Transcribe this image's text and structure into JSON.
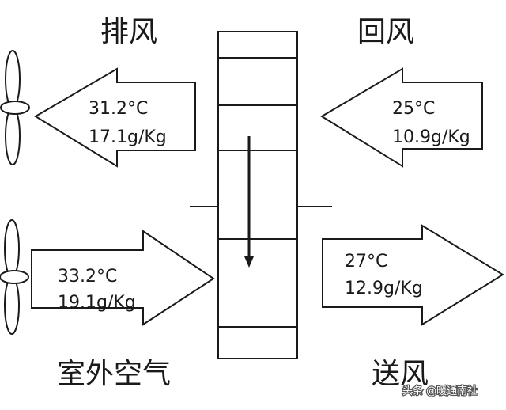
{
  "labels": {
    "exhaust": "排风",
    "return": "回风",
    "outdoor": "室外空气",
    "supply": "送风"
  },
  "exhaust_values": {
    "temp": "31.2°C",
    "humidity": "17.1g/Kg"
  },
  "return_values": {
    "temp": "25°C",
    "humidity": "10.9g/Kg"
  },
  "outdoor_values": {
    "temp": "33.2°C",
    "humidity": "19.1g/Kg"
  },
  "supply_values": {
    "temp": "27°C",
    "humidity": "12.9g/Kg"
  },
  "watermark": "头条 @暖通南社"
}
